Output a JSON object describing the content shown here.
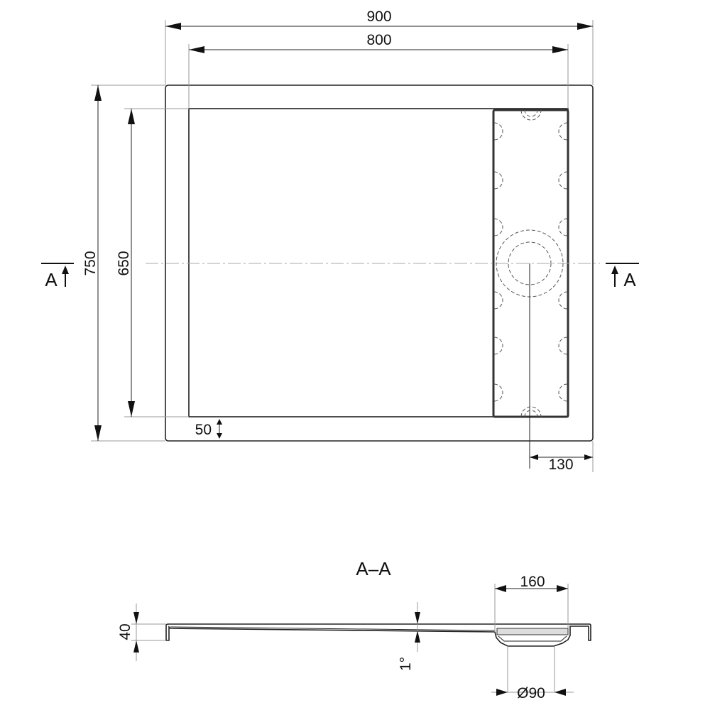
{
  "plan": {
    "dim_overall_width": "900",
    "dim_inner_width": "800",
    "dim_overall_depth": "750",
    "dim_inner_depth": "650",
    "dim_rim": "50",
    "dim_drain_offset": "130",
    "section_mark_left": "A",
    "section_mark_right": "A"
  },
  "section": {
    "title": "A–A",
    "dim_height": "40",
    "dim_slope": "1°",
    "dim_drain_width": "160",
    "dim_outlet_diameter": "Ø90"
  }
}
